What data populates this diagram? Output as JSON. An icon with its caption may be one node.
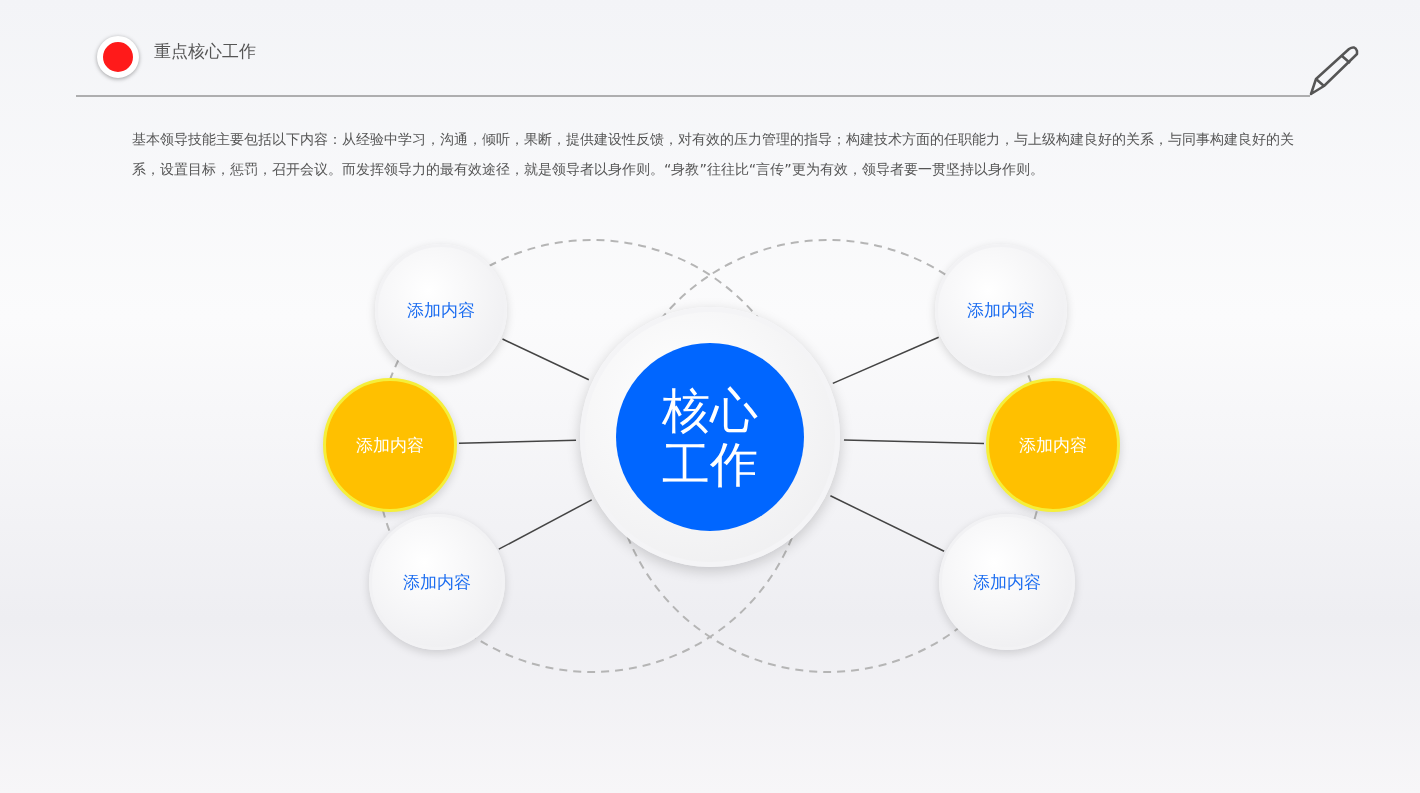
{
  "diagram": {
    "title": "重点核心工作",
    "nodes": [
      {
        "text": [
          "核心工作"
        ]
      },
      {
        "text": [
          "添加内容"
        ]
      },
      {
        "text": [
          "添加内容"
        ]
      },
      {
        "text": [
          "添加内容"
        ]
      },
      {
        "text": [
          "添加内容"
        ]
      },
      {
        "text": [
          "添加内容"
        ]
      },
      {
        "text": [
          "添加内容"
        ]
      }
    ],
    "edges": [
      {
        "from": 0,
        "to": 1,
        "arrow": "none"
      },
      {
        "from": 0,
        "to": 2,
        "arrow": "none"
      },
      {
        "from": 0,
        "to": 3,
        "arrow": "none"
      },
      {
        "from": 0,
        "to": 4,
        "arrow": "none"
      },
      {
        "from": 0,
        "to": 5,
        "arrow": "none"
      },
      {
        "from": 0,
        "to": 6,
        "arrow": "none"
      }
    ],
    "labels": [
      "基本领导技能主要包括以下内容：从经验中学习，沟通，倾听，果断，提供建设性反馈，对有效的压力管理的指导；构建技术方面的任职能力，与上级构建良好的关系，与同事构建良好的关系，设置目标，惩罚，召开会议。而发挥领导力的最有效途径，就是领导者以身作则。“身教”往往比“言传”更为有效，领导者要一贯坚持以身作则。"
    ]
  }
}
